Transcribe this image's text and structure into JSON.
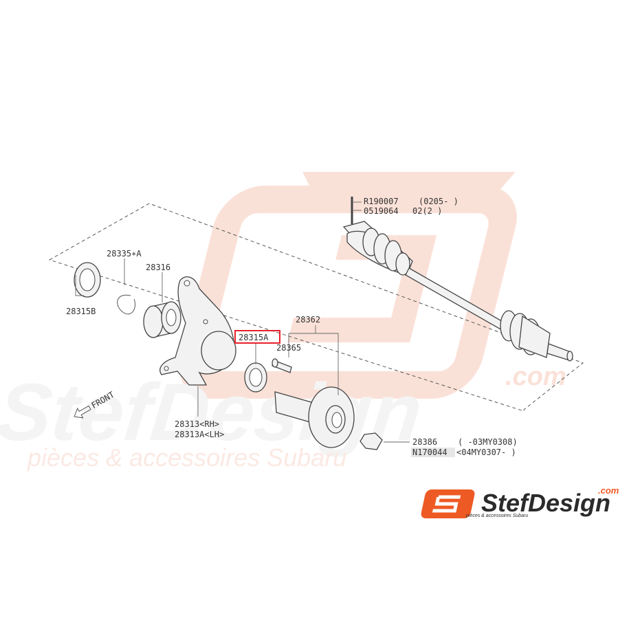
{
  "watermark": {
    "brand": "StefDesign",
    "domain": ".com",
    "tagline": "pièces & accessoires Subaru"
  },
  "logo": {
    "brand": "StefDesign",
    "domain": ".com",
    "tagline": "pièces & accessoires Subaru"
  },
  "front_label": "FRONT",
  "parts": {
    "p28335": "28335∗A",
    "p28316": "28316",
    "p28315B": "28315B",
    "p28362": "28362",
    "p28315A": "28315A",
    "p28365": "28365",
    "p28313_rh": "28313<RH>",
    "p28313_lh": "28313A<LH>",
    "p28386": "28386",
    "p28386_range": "(        -03MY0308)",
    "pN170044": "N170044",
    "pN170044_range": "<04MY0307-        )",
    "pR190007": "R190007",
    "pR190007_range": "(0205-   )",
    "p0519064": "0519064",
    "p0519064_suffix": "02(2  )"
  },
  "colors": {
    "highlight": "#e8202a",
    "watermark": "#f6d9cf",
    "logo_orange": "#ee5a24",
    "logo_text": "#2b2b2b"
  }
}
